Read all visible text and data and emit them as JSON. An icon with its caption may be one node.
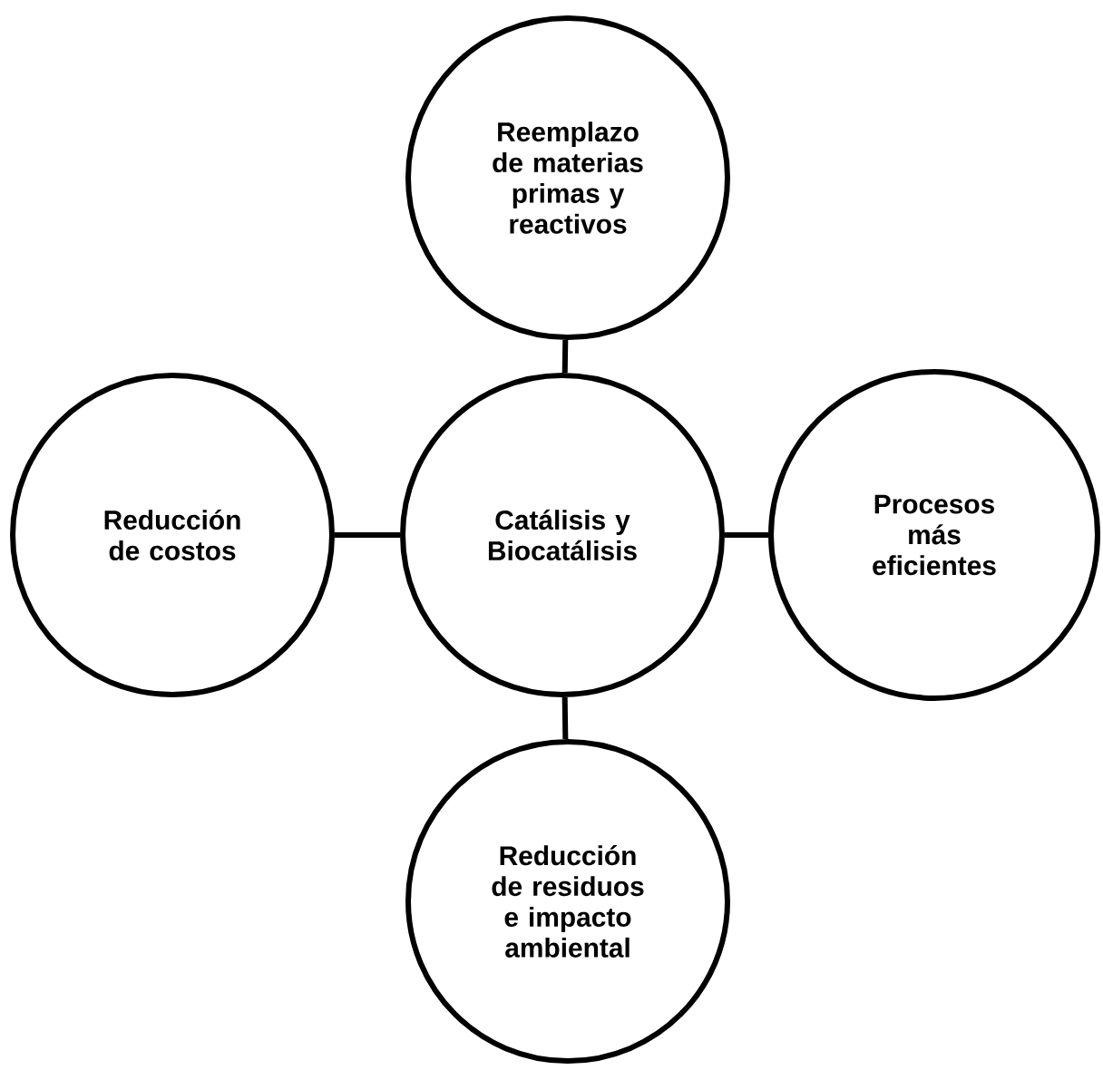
{
  "diagram": {
    "nodes": [
      {
        "text": [
          "Reemplazo de materias primas y reactivos"
        ]
      },
      {
        "text": [
          "Reducción de costos"
        ]
      },
      {
        "text": [
          "Catálisis y Biocatálisis"
        ]
      },
      {
        "text": [
          "Procesos más eficientes"
        ]
      },
      {
        "text": [
          "Reducción de residuos e impacto ambiental"
        ]
      }
    ],
    "edges": [
      {
        "from": 2,
        "to": 0,
        "arrow": "none"
      },
      {
        "from": 2,
        "to": 1,
        "arrow": "none"
      },
      {
        "from": 2,
        "to": 3,
        "arrow": "none"
      },
      {
        "from": 2,
        "to": 4,
        "arrow": "none"
      }
    ]
  }
}
